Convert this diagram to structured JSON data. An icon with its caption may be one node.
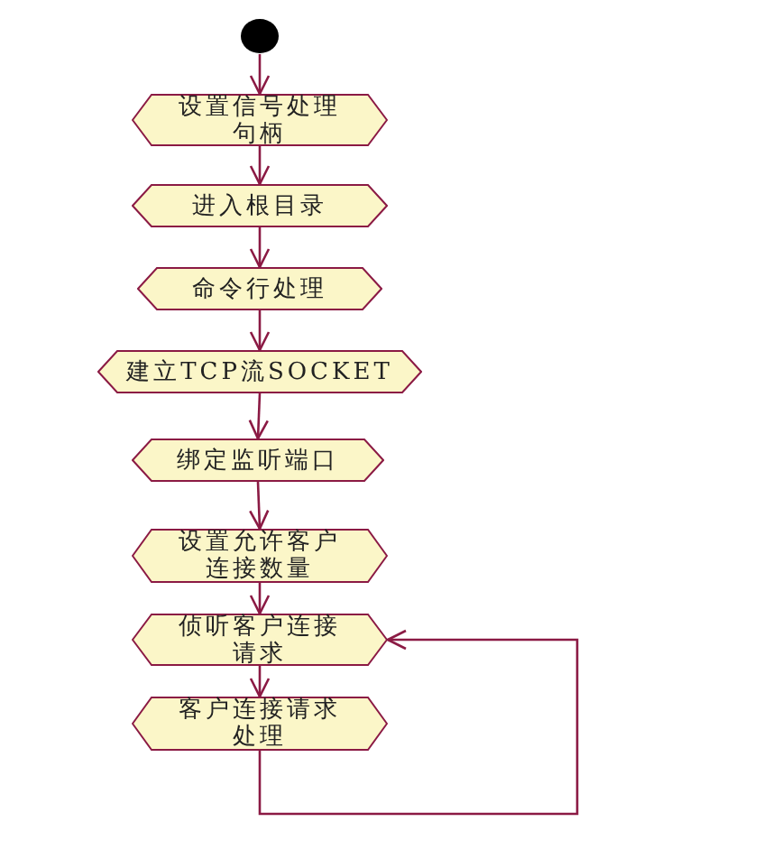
{
  "diagram": {
    "nodes": [
      {
        "text": [],
        "shape": "circle"
      },
      {
        "text": [
          "设置信号处理句柄"
        ]
      },
      {
        "text": [
          "进入根目录"
        ]
      },
      {
        "text": [
          "命令行处理"
        ]
      },
      {
        "text": [
          "建立TCP流SOCKET"
        ]
      },
      {
        "text": [
          "绑定监听端口"
        ]
      },
      {
        "text": [
          "设置允许客户连接数量"
        ]
      },
      {
        "text": [
          "侦听客户连接请求"
        ]
      },
      {
        "text": [
          "客户连接请求处理"
        ]
      }
    ],
    "edges": [
      {
        "from": 0,
        "to": 1,
        "arrow": "to"
      },
      {
        "from": 1,
        "to": 2,
        "arrow": "to"
      },
      {
        "from": 2,
        "to": 3,
        "arrow": "to"
      },
      {
        "from": 3,
        "to": 4,
        "arrow": "to"
      },
      {
        "from": 4,
        "to": 5,
        "arrow": "to"
      },
      {
        "from": 5,
        "to": 6,
        "arrow": "to"
      },
      {
        "from": 6,
        "to": 7,
        "arrow": "to"
      },
      {
        "from": 7,
        "to": 8,
        "arrow": "to"
      },
      {
        "from": 8,
        "to": 7,
        "arrow": "to"
      }
    ]
  }
}
